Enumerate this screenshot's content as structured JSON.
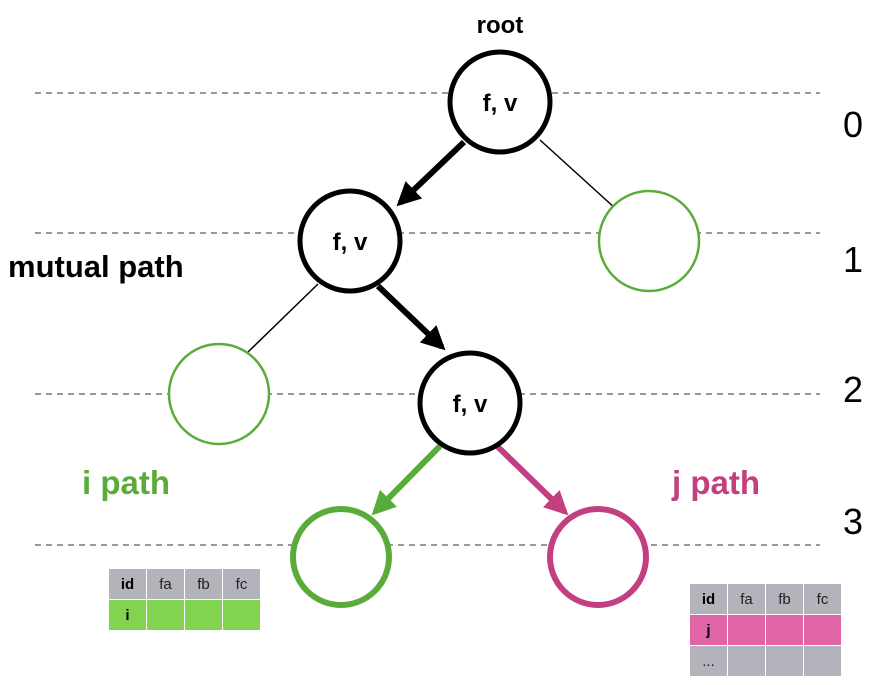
{
  "labels": {
    "root": "root",
    "mutual_path": "mutual path",
    "i_path": "i path",
    "j_path": "j path"
  },
  "levels": [
    "0",
    "1",
    "2",
    "3"
  ],
  "node_text": "f, v",
  "colors": {
    "black": "#000000",
    "green": "#5aac3a",
    "magenta": "#c2407f",
    "green_fill": "#82d450",
    "pink_fill": "#e065a6",
    "gray_fill": "#b3b3bb",
    "dash": "#999999"
  },
  "table_i": {
    "headers": [
      "id",
      "fa",
      "fb",
      "fc"
    ],
    "rows": [
      [
        "i",
        "",
        "",
        ""
      ]
    ]
  },
  "table_j": {
    "headers": [
      "id",
      "fa",
      "fb",
      "fc"
    ],
    "rows": [
      [
        "j",
        "",
        "",
        ""
      ],
      [
        "...",
        "",
        "",
        ""
      ]
    ]
  }
}
